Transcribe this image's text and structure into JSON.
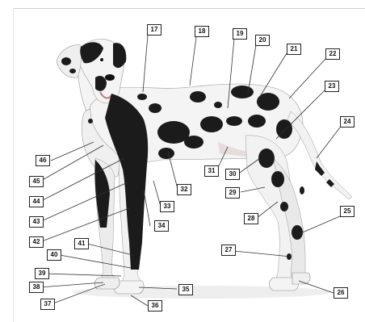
{
  "figure": {
    "subject_icon": "harlequin-great-dane-side-view",
    "colors": {
      "coat": "#f4f4f4",
      "patch": "#1b1b1b",
      "label_border": "#222222",
      "leader": "#333333"
    },
    "labels": [
      "17",
      "18",
      "19",
      "20",
      "21",
      "22",
      "23",
      "24",
      "25",
      "26",
      "27",
      "28",
      "29",
      "30",
      "31",
      "32",
      "33",
      "34",
      "35",
      "36",
      "37",
      "38",
      "39",
      "40",
      "41",
      "42",
      "43",
      "44",
      "45",
      "46"
    ]
  }
}
